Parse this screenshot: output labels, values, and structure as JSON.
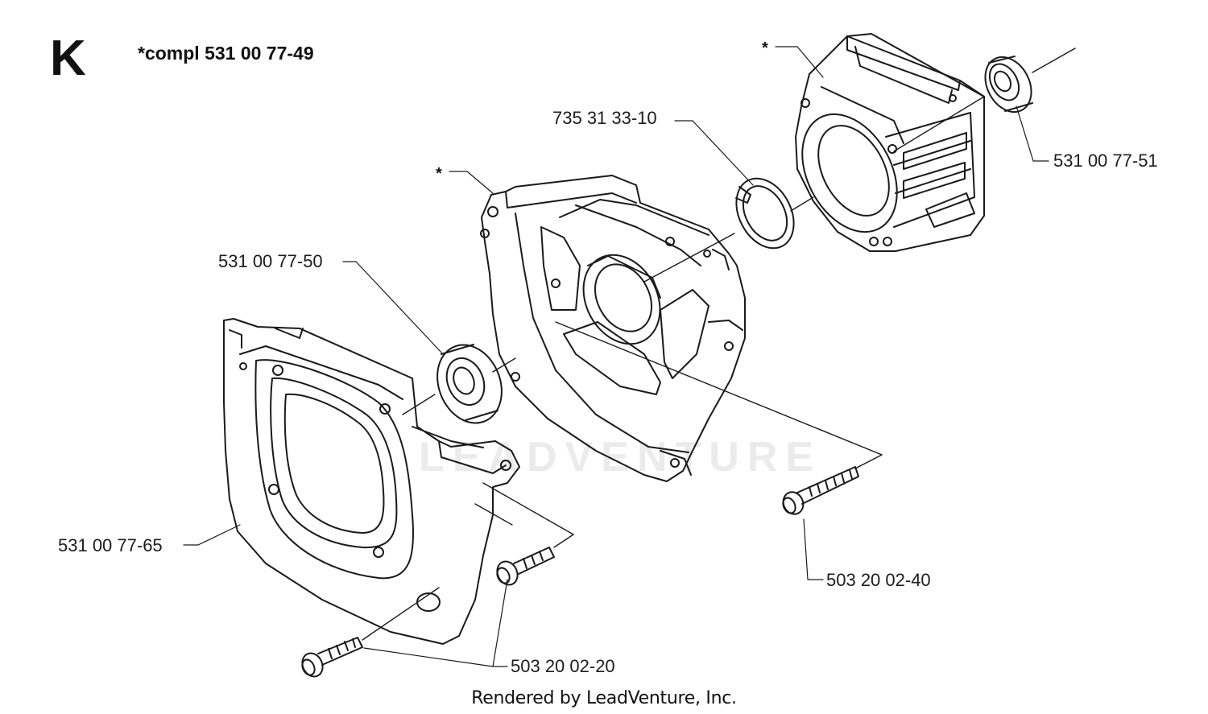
{
  "diagram": {
    "section_letter": "K",
    "compl_label": "*compl 531 00 77-49",
    "star_marker": "*",
    "watermark": "LEADVENTURE",
    "footer": "Rendered by LeadVenture, Inc.",
    "parts": [
      {
        "id": "p1",
        "number": "735 31 33-10"
      },
      {
        "id": "p2",
        "number": "531 00 77-51"
      },
      {
        "id": "p3",
        "number": "531 00 77-50"
      },
      {
        "id": "p4",
        "number": "531 00 77-65"
      },
      {
        "id": "p5",
        "number": "503 20 02-40"
      },
      {
        "id": "p6",
        "number": "503 20 02-20"
      }
    ]
  }
}
